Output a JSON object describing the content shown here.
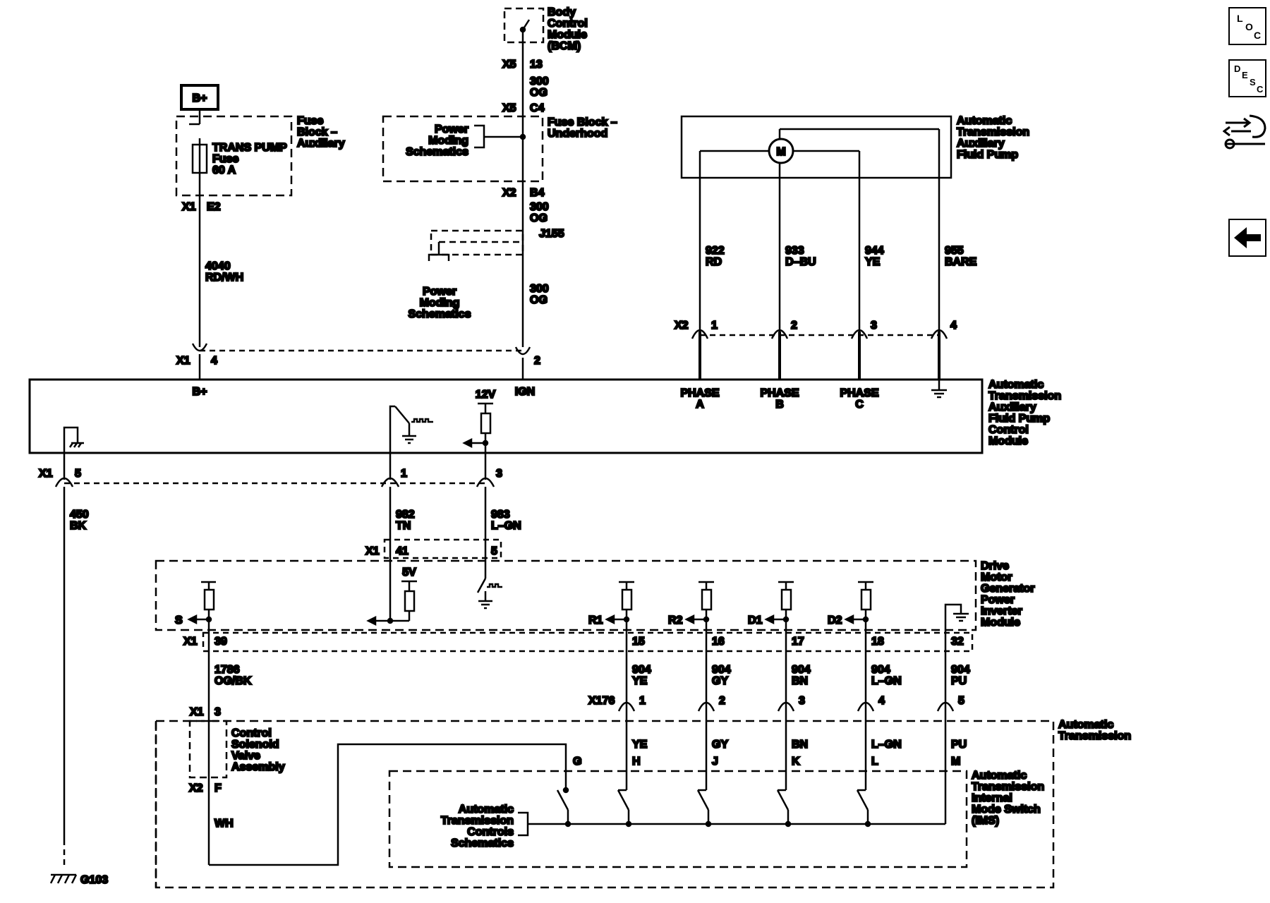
{
  "components": {
    "bcm": {
      "name": [
        "Body",
        "Control",
        "Module",
        "(BCM)"
      ],
      "connector": "X5",
      "pin": "13"
    },
    "b_plus": {
      "label": "B+"
    },
    "fuse_block_aux": {
      "name": [
        "Fuse",
        "Block –",
        "Auxiliary"
      ],
      "fuse_name": [
        "TRANS PUMP",
        "Fuse",
        "60 A"
      ],
      "connector": "X1",
      "pin": "E2"
    },
    "fuse_block_under": {
      "name": [
        "Fuse Block –",
        "Underhood"
      ],
      "in_connector": "X5",
      "in_pin": "C4",
      "out_connector": "X2",
      "out_pin": "B4"
    },
    "power_moding_1": [
      "Power",
      "Moding",
      "Schematics"
    ],
    "power_moding_2": [
      "Power",
      "Moding",
      "Schematics"
    ],
    "splice": "J155",
    "aux_pump": {
      "name": [
        "Automatic",
        "Transmission",
        "Auxiliary",
        "Fluid Pump"
      ],
      "motor": "M",
      "connector": "X2",
      "pins": [
        "1",
        "2",
        "3",
        "4"
      ]
    },
    "pump_control": {
      "name": [
        "Automatic",
        "Transmission",
        "Auxiliary",
        "Fluid Pump",
        "Control",
        "Module"
      ],
      "terminals": [
        "B+",
        "IGN",
        "12V"
      ],
      "phases": [
        [
          "PHASE",
          "A"
        ],
        [
          "PHASE",
          "B"
        ],
        [
          "PHASE",
          "C"
        ]
      ]
    },
    "dmg_inverter": {
      "name": [
        "Drive",
        "Motor",
        "Generator",
        "Power",
        "Inverter",
        "Module"
      ],
      "voltage": "5V",
      "outputs": [
        "S",
        "R1",
        "R2",
        "D1",
        "D2"
      ]
    },
    "transmission": {
      "name": [
        "Automatic",
        "Transmission"
      ],
      "connector": "X176",
      "pins": [
        "1",
        "2",
        "3",
        "4",
        "5"
      ]
    },
    "solenoid": {
      "name": [
        "Control",
        "Solenoid",
        "Valve",
        "Assembly"
      ],
      "x1": "X1",
      "x1_pin": "3",
      "x2": "X2",
      "x2_pin": "F",
      "wire": "WH"
    },
    "ims": {
      "name": [
        "Automatic",
        "Transmission",
        "Internal",
        "Mode Switch",
        "(IMS)"
      ],
      "pins": [
        "G",
        "H",
        "J",
        "K",
        "L",
        "M"
      ],
      "wire_colors": [
        "YE",
        "GY",
        "BN",
        "L–GN",
        "PU"
      ]
    },
    "atc_schem": [
      "Automatic",
      "Transmission",
      "Controls",
      "Schematics"
    ],
    "ground": "G103"
  },
  "wires": {
    "w300a": [
      "300",
      "OG"
    ],
    "w300b": [
      "300",
      "OG"
    ],
    "w300c": [
      "300",
      "OG"
    ],
    "w4040": [
      "4040",
      "RD/WH"
    ],
    "w922": [
      "922",
      "RD"
    ],
    "w933": [
      "933",
      "D–BU"
    ],
    "w944": [
      "944",
      "YE"
    ],
    "w955": [
      "955",
      "BARE"
    ],
    "w450": [
      "450",
      "BK"
    ],
    "w982": [
      "982",
      "TN"
    ],
    "w983": [
      "983",
      "L–GN"
    ],
    "w1786": [
      "1786",
      "OG/BK"
    ],
    "w904": [
      [
        "904",
        "YE"
      ],
      [
        "904",
        "GY"
      ],
      [
        "904",
        "BN"
      ],
      [
        "904",
        "L–GN"
      ],
      [
        "904",
        "PU"
      ]
    ]
  },
  "connectors": {
    "x1_top": {
      "name": "X1",
      "pins": [
        "4",
        "2"
      ]
    },
    "x1_mid": {
      "name": "X1",
      "pins": [
        "5",
        "1",
        "3"
      ]
    },
    "x1_dmg": {
      "name": "X1",
      "pins": [
        "41",
        "5"
      ]
    },
    "x1_inv": {
      "name": "X1",
      "pins": [
        "39",
        "15",
        "16",
        "17",
        "18",
        "32"
      ]
    }
  },
  "side_buttons": [
    {
      "name": "loc-button",
      "letters": [
        "L",
        "O",
        "C"
      ]
    },
    {
      "name": "desc-button",
      "letters": [
        "D",
        "E",
        "S",
        "C"
      ]
    },
    {
      "name": "back-button",
      "icon": "left-arrow-icon"
    }
  ]
}
